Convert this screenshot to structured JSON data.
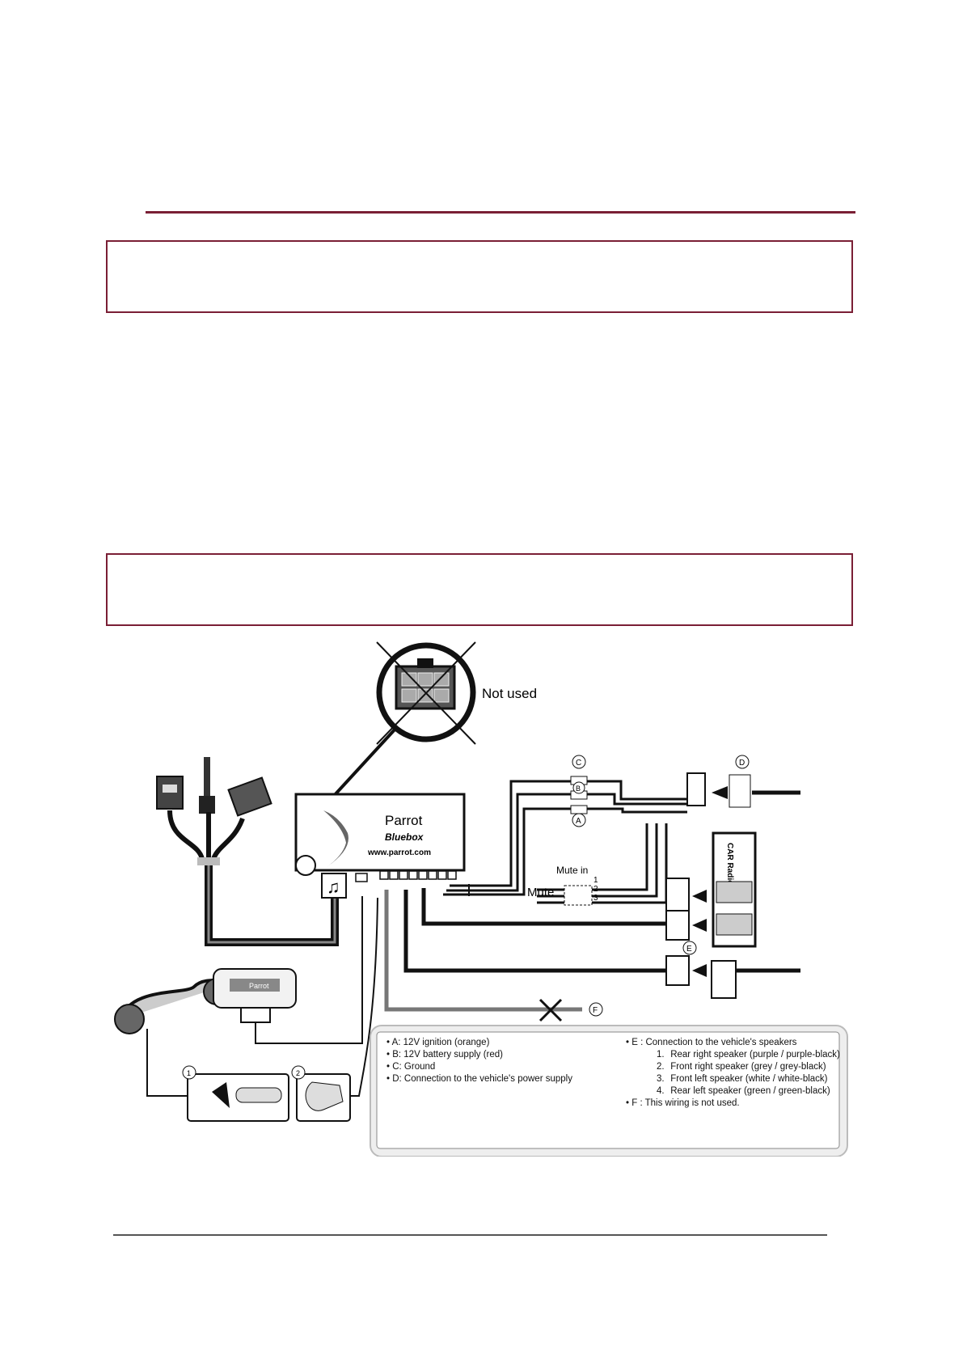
{
  "colors": {
    "accent": "#7a1f35",
    "rule_bottom": "#555555"
  },
  "diagram": {
    "not_used_label": "Not used",
    "brand": "Parrot",
    "model": "Bluebox",
    "url": "www.parrot.com",
    "mute_in_label": "Mute in",
    "mute_label": "Mute",
    "mute_pins": [
      "1",
      "2",
      "3"
    ],
    "car_radio_label": "CAR Radio",
    "display_brand": "Parrot",
    "callouts": {
      "a": "A",
      "b": "B",
      "c": "C",
      "d": "D",
      "e": "E",
      "f": "F",
      "step1": "1",
      "step2": "2"
    },
    "icons": [
      "usb-connector-icon",
      "jack-connector-icon",
      "ipod-connector-icon",
      "music-note-icon",
      "cross-icon"
    ]
  },
  "legend": {
    "left": [
      "• A: 12V ignition (orange)",
      "• B: 12V battery supply (red)",
      "• C: Ground",
      "• D: Connection to the vehicle's power supply"
    ],
    "right_title": "• E : Connection to the vehicle's speakers",
    "speakers": [
      {
        "num": "1.",
        "text": "Rear right speaker (purple / purple-black)"
      },
      {
        "num": "2.",
        "text": "Front right speaker (grey / grey-black)"
      },
      {
        "num": "3.",
        "text": "Front left speaker (white / white-black)"
      },
      {
        "num": "4.",
        "text": "Rear left speaker (green / green-black)"
      }
    ],
    "f_note": "• F : This wiring is not used."
  }
}
